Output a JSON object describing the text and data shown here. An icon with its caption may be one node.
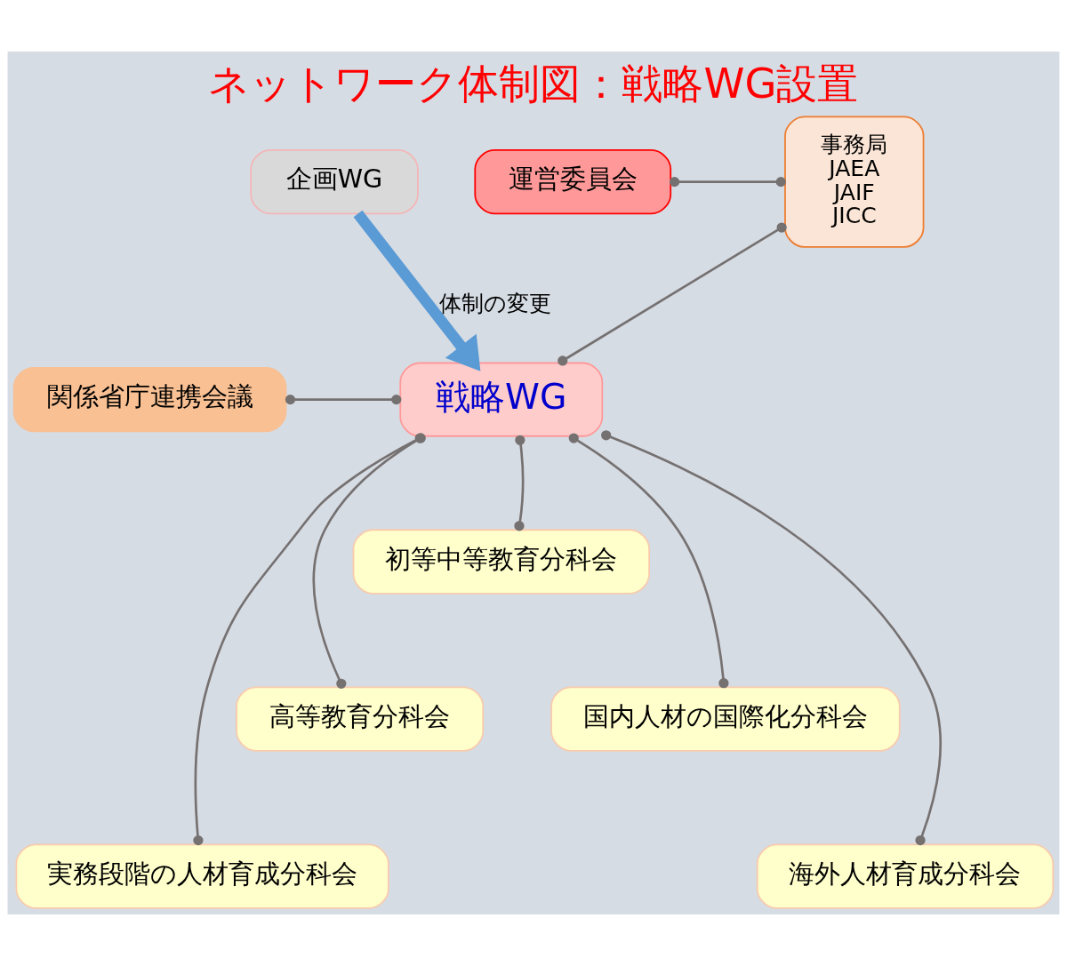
{
  "diagram": {
    "title": "ネットワーク体制図：戦略WG設置",
    "nodes": [
      {
        "text": [
          "企画WG"
        ]
      },
      {
        "text": [
          "運営委員会"
        ]
      },
      {
        "text": [
          "事務局",
          "JAEA",
          "JAIF",
          "JICC"
        ]
      },
      {
        "text": [
          "関係省庁連携会議"
        ]
      },
      {
        "text": [
          "戦略WG"
        ]
      },
      {
        "text": [
          "初等中等教育分科会"
        ]
      },
      {
        "text": [
          "高等教育分科会"
        ]
      },
      {
        "text": [
          "国内人材の国際化分科会"
        ]
      },
      {
        "text": [
          "実務段階の人材育成分科会"
        ]
      },
      {
        "text": [
          "海外人材育成分科会"
        ]
      }
    ],
    "edges": [
      {
        "from": 0,
        "to": 4,
        "arrow": "to",
        "label": "体制の変更",
        "style": "thick",
        "color": "#5b9bd5"
      },
      {
        "from": 1,
        "to": 2,
        "arrow": "other"
      },
      {
        "from": 4,
        "to": 2,
        "arrow": "other"
      },
      {
        "from": 3,
        "to": 4,
        "arrow": "other"
      },
      {
        "from": 4,
        "to": 5,
        "arrow": "other"
      },
      {
        "from": 4,
        "to": 6,
        "arrow": "other"
      },
      {
        "from": 4,
        "to": 7,
        "arrow": "other"
      },
      {
        "from": 4,
        "to": 8,
        "arrow": "other"
      },
      {
        "from": 4,
        "to": 9,
        "arrow": "other"
      }
    ]
  }
}
